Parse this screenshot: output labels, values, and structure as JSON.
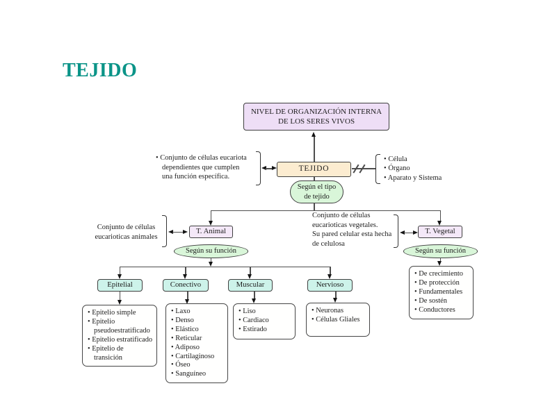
{
  "title": {
    "text": "TEJIDO"
  },
  "root": {
    "label": "NIVEL DE ORGANIZACIÓN INTERNA\nDE LOS SERES VIVOS"
  },
  "tejido": {
    "label": "TEJIDO",
    "definition": "• Conjunto de células eucariota\ndependientes que cumplen\nuna función específica.",
    "other_levels": [
      "Célula",
      "Órgano",
      "Aparato y Sistema"
    ],
    "type_criterion": "Según el tipo\nde tejido"
  },
  "animal": {
    "label": "T. Animal",
    "definition": "Conjunto de células\neucarioticas animales",
    "criterion": "Según su función",
    "categories": [
      {
        "label": "Epitelial",
        "items": [
          "Epitelio simple",
          "Epitelio pseudoestratificado",
          "Epitelio estratificado",
          "Epitelio de transición"
        ]
      },
      {
        "label": "Conectivo",
        "items": [
          "Laxo",
          "Denso",
          "Elástico",
          "Reticular",
          "Adiposo",
          "Cartilaginoso",
          "Óseo",
          "Sanguíneo"
        ]
      },
      {
        "label": "Muscular",
        "items": [
          "Liso",
          "Cardiaco",
          "Estirado"
        ]
      },
      {
        "label": "Nervioso",
        "items": [
          "Neuronas",
          "Células Gliales"
        ]
      }
    ]
  },
  "vegetal": {
    "label": "T. Vegetal",
    "definition": "Conjunto de células\neucarioticas vegetales.\nSu pared celular esta hecha\nde celulosa",
    "criterion": "Según su función",
    "items": [
      "De crecimiento",
      "De protección",
      "Fundamentales",
      "De sostén",
      "Conductores"
    ]
  },
  "colors": {
    "title": "#0b9488",
    "root_fill": "#eedef6",
    "tejido_fill": "#fcecd0",
    "criterion_fill": "#d9f6d9",
    "tissue_fill": "#f4e8f8",
    "category_fill": "#cdf3ea"
  }
}
